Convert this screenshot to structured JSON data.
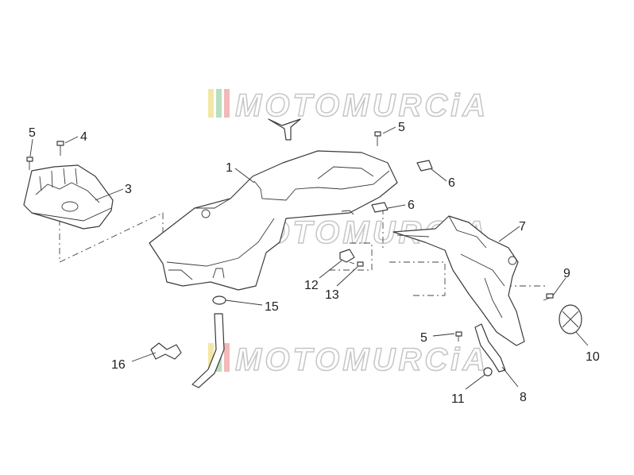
{
  "diagram": {
    "watermark": "MOTOMURCiA",
    "callouts": {
      "c1": "1",
      "c3": "3",
      "c4": "4",
      "c5a": "5",
      "c5b": "5",
      "c5c": "5",
      "c6a": "6",
      "c6b": "6",
      "c7": "7",
      "c8": "8",
      "c9": "9",
      "c10": "10",
      "c11": "11",
      "c12": "12",
      "c13": "13",
      "c15": "15",
      "c16": "16"
    }
  }
}
